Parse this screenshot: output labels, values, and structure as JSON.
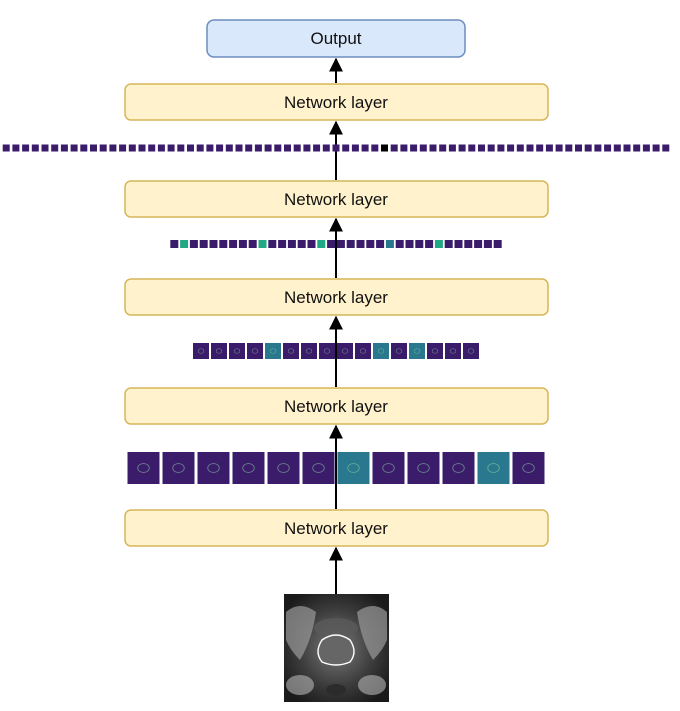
{
  "output_label": "Output",
  "layer_labels": [
    "Network layer",
    "Network layer",
    "Network layer",
    "Network layer",
    "Network layer"
  ],
  "colors": {
    "output_fill": "#dae8fc",
    "output_stroke": "#6c8ebf",
    "layer_fill": "#fff2cc",
    "layer_stroke": "#d6b656",
    "arrow": "#000000",
    "feature_dark": "#3b1c6b",
    "feature_mid": "#2a788e",
    "feature_bright": "#22a884"
  },
  "feature_rows": [
    {
      "count": 12,
      "highlight": [
        6,
        10
      ]
    },
    {
      "count": 16,
      "highlight": [
        4,
        10,
        12
      ]
    },
    {
      "count": 34,
      "highlight": [
        1,
        9,
        15,
        22,
        27
      ]
    },
    {
      "count": 69,
      "highlight": [
        39
      ]
    }
  ],
  "input_image": {
    "name": "prostate-mri-slice"
  }
}
